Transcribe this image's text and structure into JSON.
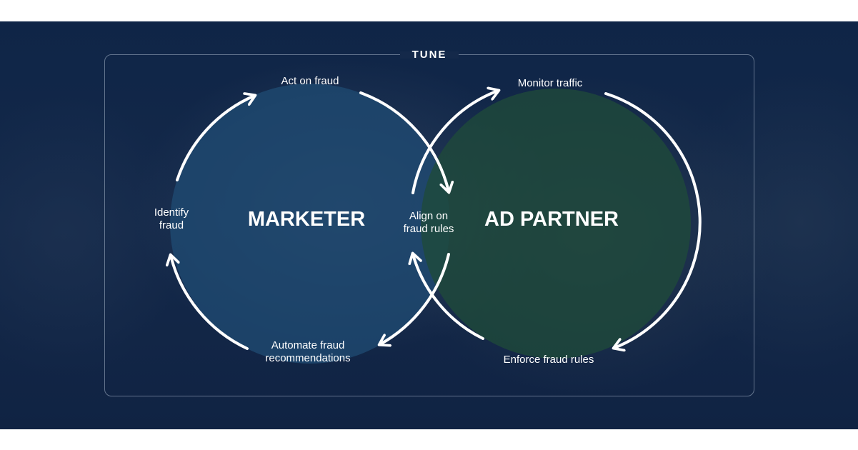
{
  "brand": {
    "logo_text": "TUNE"
  },
  "colors": {
    "background": "#13284a",
    "marketer_circle": "#1f4a72",
    "ad_partner_circle": "#1f4a3a",
    "arrow": "#ffffff"
  },
  "diagram": {
    "marketer": {
      "title": "MARKETER",
      "steps": {
        "top": "Act on fraud",
        "left_line1": "Identify",
        "left_line2": "fraud",
        "bottom_line1": "Automate fraud",
        "bottom_line2": "recommendations"
      }
    },
    "ad_partner": {
      "title": "AD PARTNER",
      "steps": {
        "top": "Monitor traffic",
        "bottom": "Enforce fraud rules"
      }
    },
    "shared": {
      "line1": "Align on",
      "line2": "fraud rules"
    }
  }
}
